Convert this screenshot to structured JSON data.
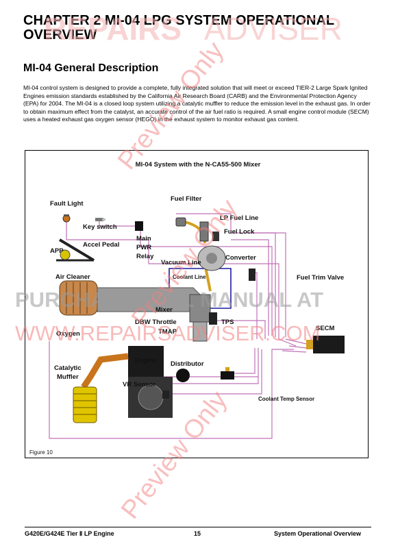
{
  "document": {
    "chapter_title": "CHAPTER 2 MI-04 LPG SYSTEM OPERATIONAL OVERVIEW",
    "section_title": "MI-04 General Description",
    "body": "MI-04 control system is designed to provide a complete, fully integrated solution that will meet or exceed TIER-2 Large Spark Ignited Engines emission standards established by the California Air Research Board (CARB) and the Environmental Protection Agency (EPA) for 2004. The MI-04 is a closed loop system utilizing a catalytic muffler to reduce the emission level in the exhaust gas. In order to obtain maximum effect from the catalyst, an accurate control of the air fuel ratio is required. A small engine control module (SECM) uses a heated exhaust gas oxygen sensor (HEGO) in the exhaust system to monitor exhaust gas content."
  },
  "figure": {
    "title": "MI-04 System with the N-CA55-500 Mixer",
    "caption": "Figure 10",
    "labels": {
      "fault_light": "Fault Light",
      "fuel_filter": "Fuel Filter",
      "key_switch": "Key switch",
      "lp_fuel_line": "LP Fuel Line",
      "fuel_lock": "Fuel Lock",
      "main_pwr_relay_1": "Main",
      "main_pwr_relay_2": "PWR",
      "main_pwr_relay_3": "Relay",
      "accel_pedal": "Accel Pedal",
      "app": "APP",
      "converter": "Converter",
      "vacuum_line": "Vacuum Line",
      "coolant_line": "Coolant Line",
      "air_cleaner": "Air Cleaner",
      "fuel_trim_valve": "Fuel Trim Valve",
      "mixer": "Mixer",
      "dbw_throttle": "DBW Throttle",
      "tmap": "TMAP",
      "tps": "TPS",
      "secm": "SECM",
      "oxygen": "Oxygen",
      "engine": "Engine",
      "distributor": "Distributor",
      "catalytic_1": "Catalytic",
      "catalytic_2": "Muffler",
      "vr_sensor": "VR Sensor",
      "coolant_temp_sensor": "Coolant Temp Sensor"
    }
  },
  "footer": {
    "left": "G420E/G424E Tier Ⅱ LP Engine",
    "page": "15",
    "right": "System Operational Overview"
  },
  "watermarks": {
    "brand_1": "REPAIRS",
    "brand_2": "ADVISER",
    "purchase": "PURCHASE FULL MANUAL AT",
    "url": "WWW.REPAIRSADVISER.COM",
    "preview": "Preview Only"
  },
  "colors": {
    "wiring": "#c070b8",
    "fuel_hose": "#d4a020",
    "coolant": "#1a1aa0",
    "intake_gray": "#9a9a9a",
    "exhaust_orange": "#c8741c",
    "watermark_red": "#f28080"
  }
}
